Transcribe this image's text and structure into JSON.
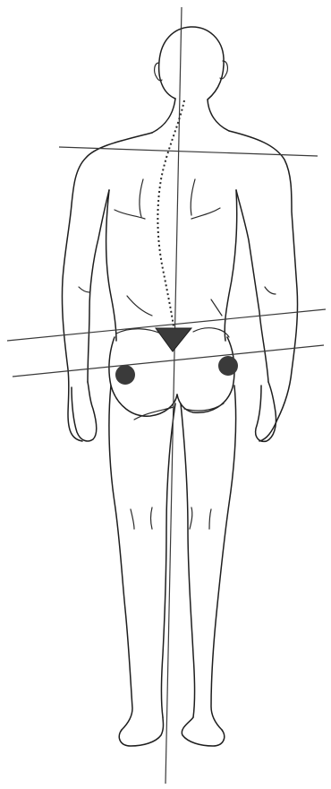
{
  "figure": {
    "subject": "posterior-view-human-figure",
    "colors": {
      "background": "#ffffff",
      "ink": "#1e1e1e",
      "marker_fill": "#3a3a3a"
    },
    "reference_lines": [
      "shoulder-level-line",
      "pelvic-crest-line",
      "hip-level-line",
      "vertical-plumb-line"
    ],
    "markers": [
      "sacral-triangle",
      "left-hip-dot",
      "right-hip-dot",
      "spine-curve"
    ]
  }
}
